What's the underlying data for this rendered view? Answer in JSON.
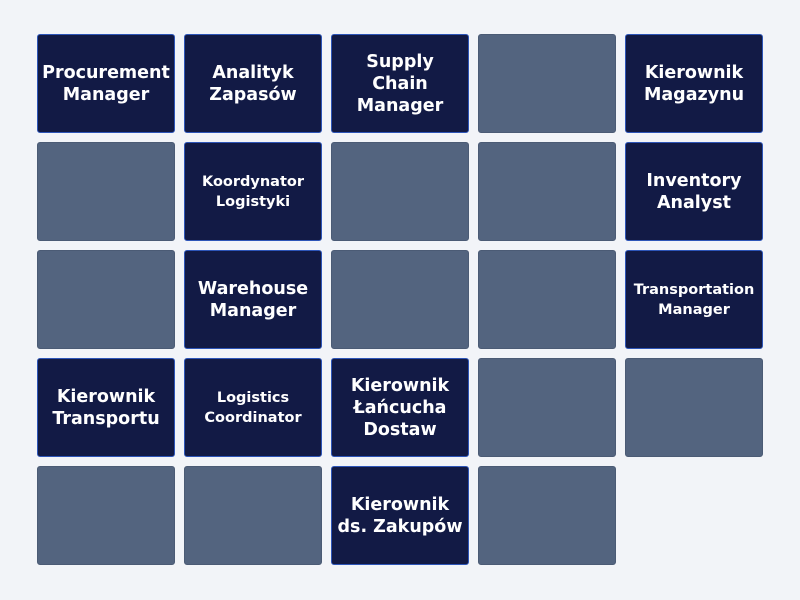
{
  "grid": [
    [
      "Procurement Manager",
      "Analityk Zapasów",
      "Supply Chain Manager",
      "",
      "Kierownik Magazynu"
    ],
    [
      "",
      "Koordynator Logistyki",
      "",
      "",
      "Inventory Analyst"
    ],
    [
      "",
      "Warehouse Manager",
      "",
      "",
      "Transportation Manager"
    ],
    [
      "Kierownik Transportu",
      "Logistics Coordinator",
      "Kierownik Łańcucha Dostaw",
      "",
      ""
    ],
    [
      "",
      "",
      "Kierownik ds. Zakupów",
      ""
    ]
  ],
  "colors": {
    "card": "#121a45",
    "card_border": "#2d55b8",
    "empty_slot": "#53647f",
    "background": "#f2f4f8"
  }
}
